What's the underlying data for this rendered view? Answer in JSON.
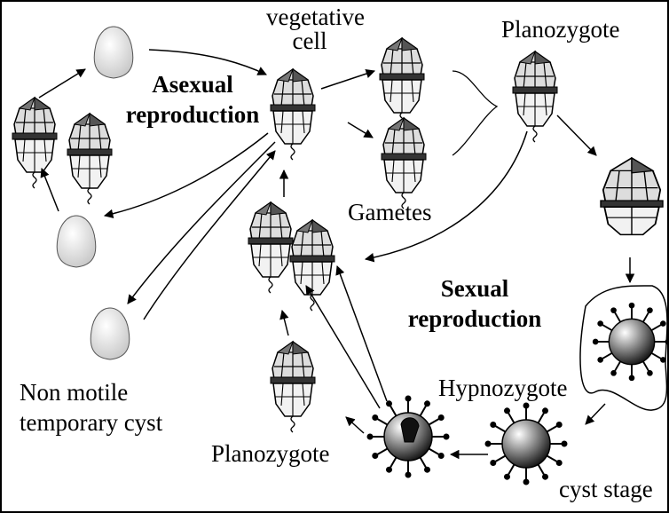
{
  "labels": {
    "vegetative_cell": "vegetative cell",
    "planozygote_top": "Planozygote",
    "asexual_reproduction": "Asexual reproduction",
    "gametes": "Gametes",
    "sexual_reproduction": "Sexual reproduction",
    "non_motile_cyst": "Non motile temporary cyst",
    "hypnozygote": "Hypnozygote",
    "cyst_stage": "cyst stage",
    "planozygote_bottom": "Planozygote"
  },
  "colors": {
    "ink": "#000000",
    "cell_light": "#eeeeee",
    "cell_dark": "#3a3a3a",
    "cyst_shade": "#d8d8d8"
  }
}
